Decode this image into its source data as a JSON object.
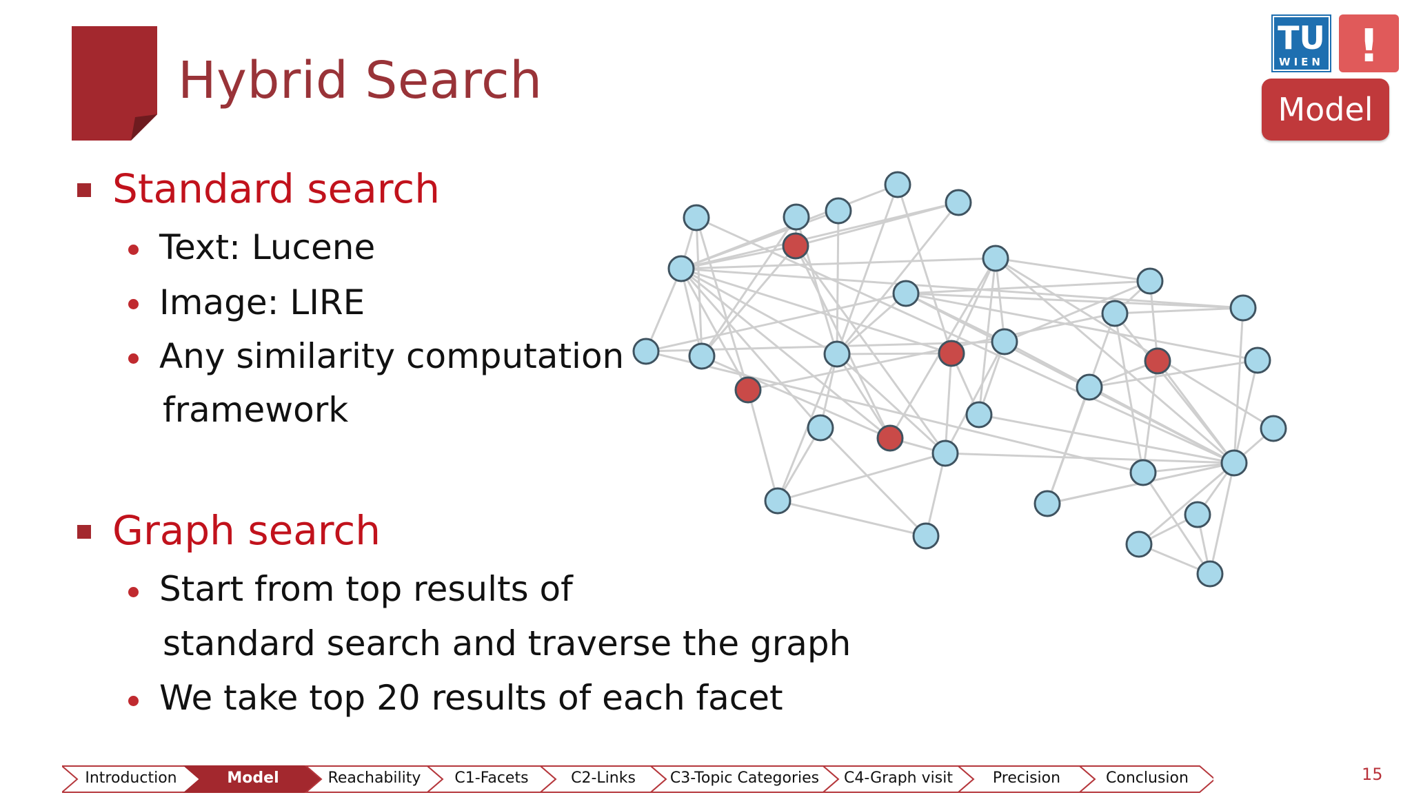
{
  "slide": {
    "title": "Hybrid Search",
    "page_number": "15",
    "section_badge": "Model"
  },
  "logo": {
    "tu_text": "TU",
    "wien_text": "WIEN",
    "exclaim": "!",
    "brand_blue": "#1e6fb0",
    "brand_red": "#e05a5a"
  },
  "content": {
    "sections": [
      {
        "heading": "Standard search",
        "bullets": [
          "Text: Lucene",
          "Image: LIRE",
          "Any similarity computation",
          "framework"
        ]
      },
      {
        "heading": "Graph search",
        "bullets": [
          "Start from top results of",
          "standard search and traverse the graph",
          "We take top 20 results of each facet"
        ]
      }
    ]
  },
  "graph": {
    "node_color": "#a8d8ea",
    "highlight_color": "#c94a48",
    "edge_color": "#cfcfcf"
  },
  "nav": {
    "items": [
      "Introduction",
      "Model",
      "Reachability",
      "C1-Facets",
      "C2-Links",
      "C3-Topic Categories",
      "C4-Graph visit",
      "Precision",
      "Conclusion"
    ],
    "active": "Model",
    "active_color": "#a3282e"
  }
}
